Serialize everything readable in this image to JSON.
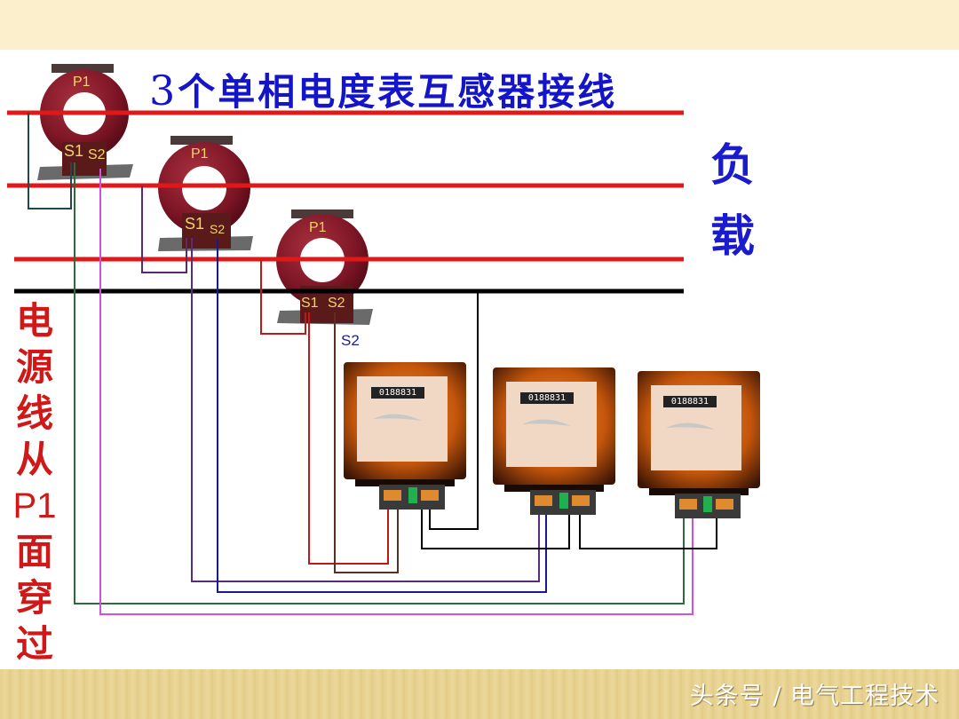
{
  "slide": {
    "title": "3个单相电度表互感器接线",
    "title_num": "3",
    "title_rest": "个单相电度表互感器接线",
    "load_label": [
      "负",
      "载"
    ],
    "side_label": [
      "电",
      "源",
      "线",
      "从",
      "P1",
      "面",
      "穿",
      "过"
    ],
    "watermark": "头条号 / 电气工程技术"
  },
  "current_transformers": [
    {
      "id": "ct1",
      "primary_label": "P1",
      "s1_label": "S1",
      "s2_label": "S2"
    },
    {
      "id": "ct2",
      "primary_label": "P1",
      "s1_label": "S1",
      "s2_label": "S2"
    },
    {
      "id": "ct3",
      "primary_label": "P1",
      "s1_label": "S1",
      "s2_label": "S2",
      "extra_label": "S2"
    }
  ],
  "meters": [
    {
      "id": "meter1",
      "reading": "0188831"
    },
    {
      "id": "meter2",
      "reading": "0188831"
    },
    {
      "id": "meter3",
      "reading": "0188831"
    }
  ],
  "colors": {
    "phase_line": "#e01818",
    "neutral_line": "#000000",
    "title_blue": "#1414c8",
    "side_red": "#d01818",
    "ct_body": "#8a1a2a",
    "meter_body": "#c8560c",
    "wire_green": "#2e6b3a",
    "wire_magenta": "#d050e0",
    "wire_purple": "#5a2a6a",
    "wire_blue": "#1a1a90",
    "wire_red": "#c01818",
    "wire_brown": "#5a3020",
    "wire_black": "#000000"
  }
}
